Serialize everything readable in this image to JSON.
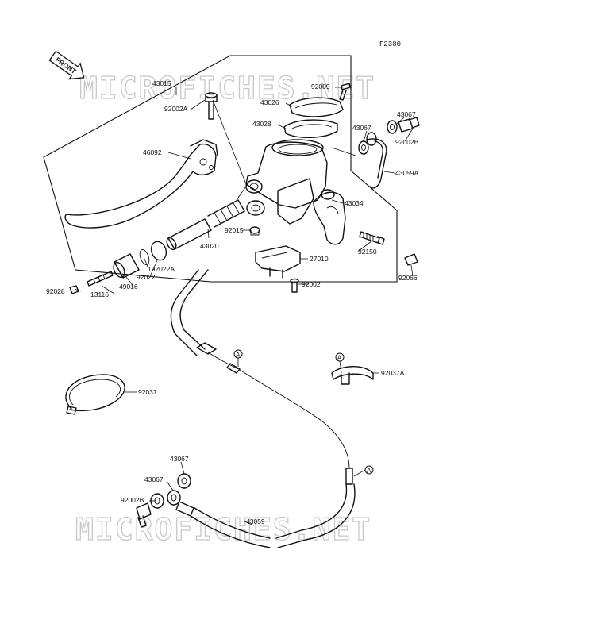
{
  "figure_code": "F2380",
  "direction_label": "FRONT",
  "watermark": "MICROFICHES.NET",
  "ref_marker": "A",
  "parts": {
    "p43015": "43015",
    "p92002A": "92002A",
    "p46092": "46092",
    "p92009": "92009",
    "p43026": "43026",
    "p43028": "43028",
    "p43067a": "43067",
    "p43067b": "43067",
    "p92002B_top": "92002B",
    "p43059A": "43059A",
    "p43034": "43034",
    "p92015": "92015",
    "p43020": "43020",
    "p27010": "27010",
    "p92150": "92150",
    "p192022A": "192022A",
    "p92022": "92022",
    "p49016": "49016",
    "p92028": "92028",
    "p13116": "13116",
    "p92002": "92002",
    "p92066": "92066",
    "p92037A": "92037A",
    "p92037": "92037",
    "p43067c": "43067",
    "p43067d": "43067",
    "p92002B_bot": "92002B",
    "p43059": "43059"
  }
}
